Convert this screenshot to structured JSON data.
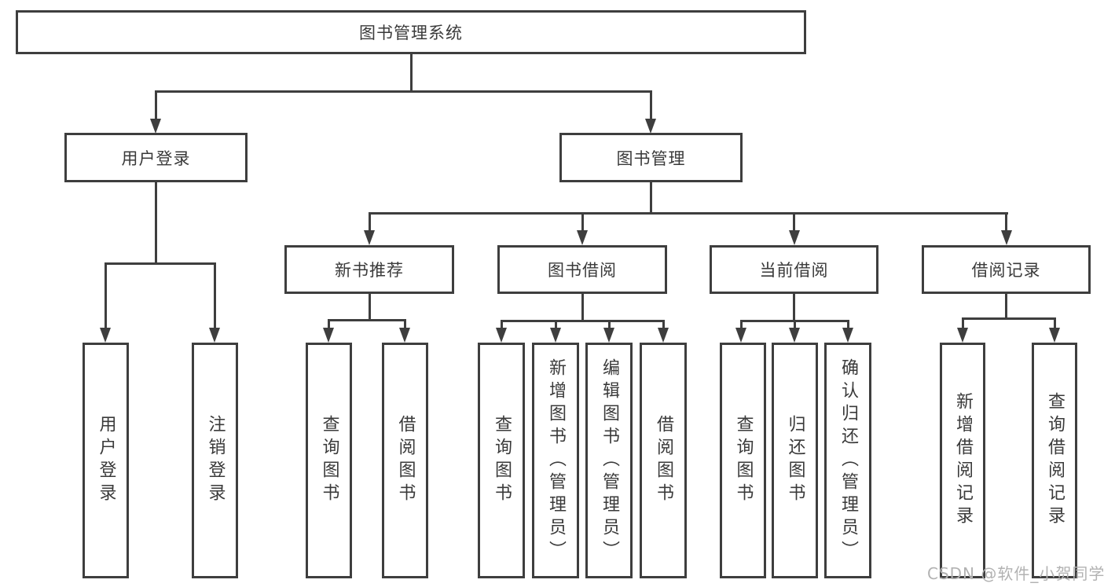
{
  "colors": {
    "line": "#3e3e3e",
    "text": "#3a3a3a",
    "watermark_color": "#b2b2b2",
    "background": "#ffffff"
  },
  "tree": {
    "root": "图书管理系统",
    "level1": [
      {
        "label": "用户登录",
        "children": [
          "用户登录",
          "注销登录"
        ]
      },
      {
        "label": "图书管理",
        "sections": [
          {
            "label": "新书推荐",
            "children": [
              "查询图书",
              "借阅图书"
            ]
          },
          {
            "label": "图书借阅",
            "children": [
              "查询图书",
              "新增图书（管理员）",
              "编辑图书（管理员）",
              "借阅图书"
            ]
          },
          {
            "label": "当前借阅",
            "children": [
              "查询图书",
              "归还图书",
              "确认归还（管理员）"
            ]
          },
          {
            "label": "借阅记录",
            "children": [
              "新增借阅记录",
              "查询借阅记录"
            ]
          }
        ]
      }
    ]
  },
  "watermark": "CSDN @软件_小贺同学"
}
